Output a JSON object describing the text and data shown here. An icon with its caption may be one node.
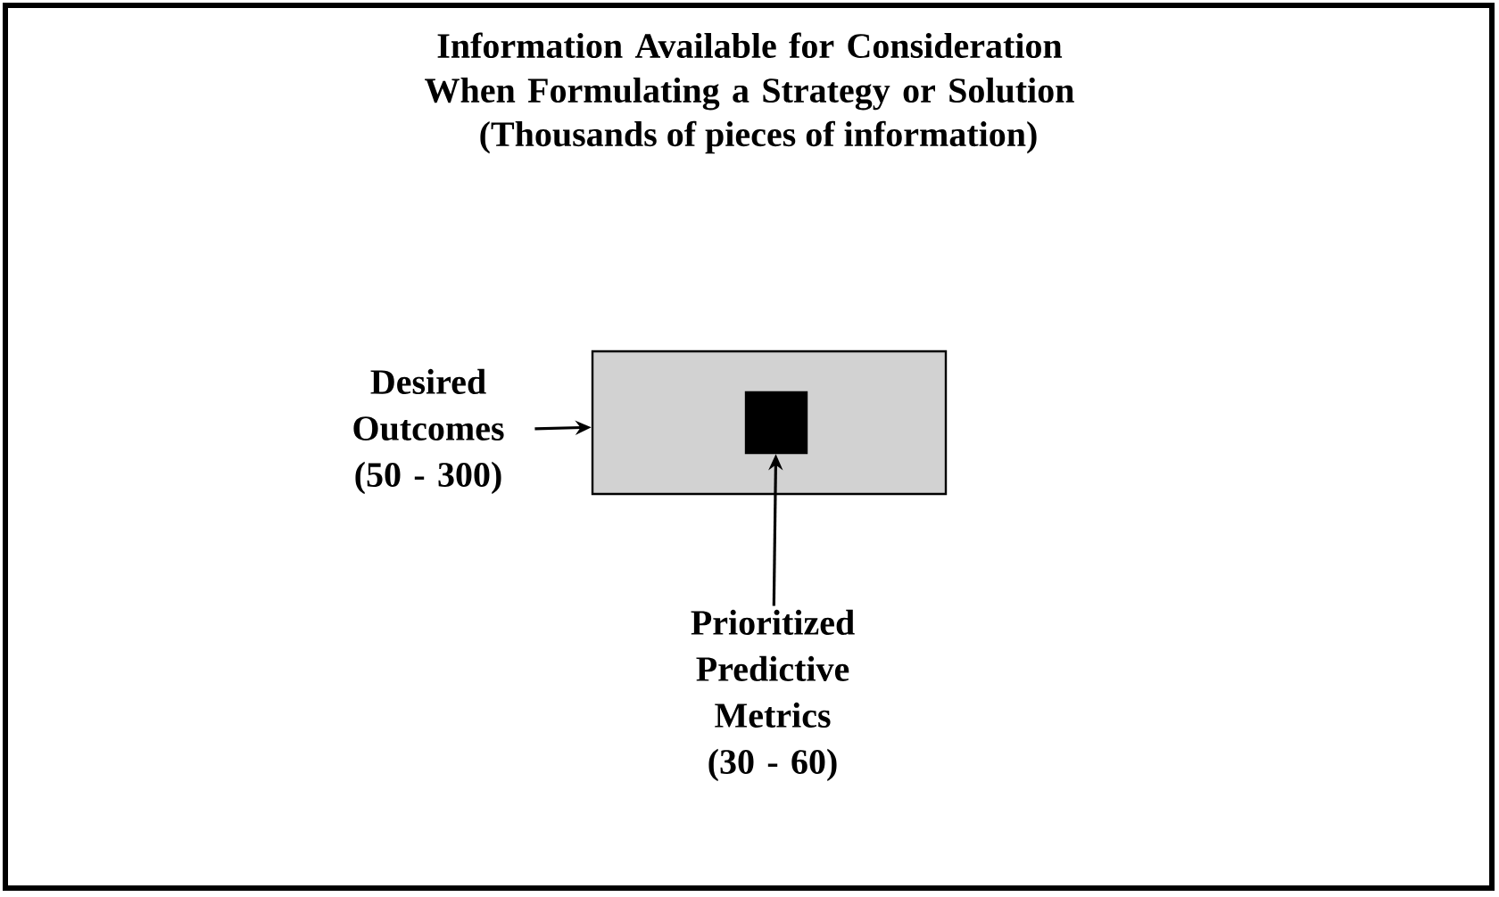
{
  "diagram": {
    "title": "Information Available for Consideration When Formulating a Strategy or Solution",
    "nodes": [
      {
        "text": [
          "Desired Outcomes (50 - 300)"
        ]
      },
      {
        "text": [],
        "shape": "box"
      },
      {
        "text": [],
        "shape": "box",
        "in": 1
      },
      {
        "text": [
          "Prioritized Predictive Metrics (30 - 60)"
        ]
      }
    ],
    "edges": [
      {
        "from": 0,
        "to": 1,
        "arrow": "to"
      },
      {
        "from": 3,
        "to": 2,
        "arrow": "to"
      }
    ],
    "labels": [
      "(Thousands of pieces of information)"
    ]
  }
}
